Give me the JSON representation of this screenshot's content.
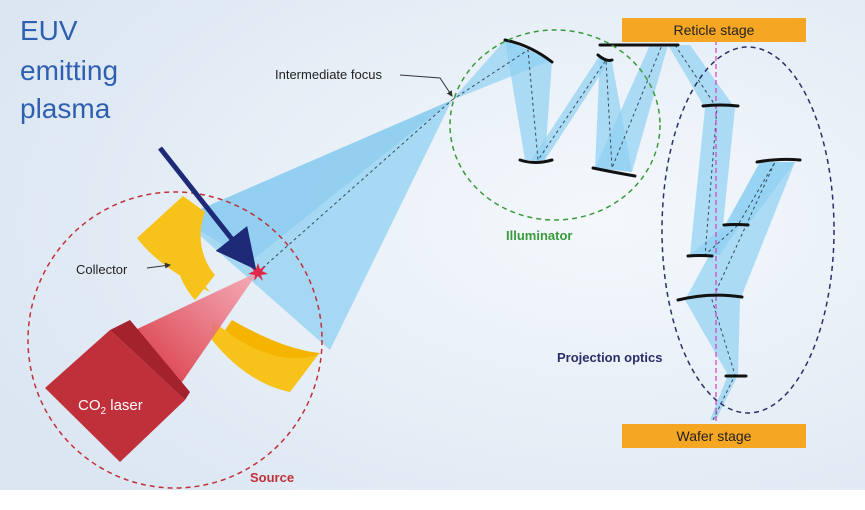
{
  "headline": {
    "line1": "EUV",
    "line2": "emitting",
    "line3": "plasma"
  },
  "labels": {
    "intermediate_focus": "Intermediate focus",
    "illuminator": "Illuminator",
    "reticle_stage": "Reticle stage",
    "collector": "Collector",
    "laser_prefix": "CO",
    "laser_subscript": "2",
    "laser_suffix": " laser",
    "projection_optics": "Projection optics",
    "wafer_stage": "Wafer stage",
    "source": "Source"
  },
  "colors": {
    "background": "#e6eef7",
    "headline": "#2f5fb0",
    "euv_beam": "#8fd0f2",
    "collector_mirror": "#f7c21a",
    "laser_box": "#c0303b",
    "laser_beam": "#e0404e",
    "stage_bar": "#f5a623",
    "illuminator_ring": "#3a9a3a",
    "source_ring": "#c0303b",
    "projection_ring": "#2a2f66",
    "arrow": "#1e2a78",
    "optical_axis": "#d040c0"
  }
}
